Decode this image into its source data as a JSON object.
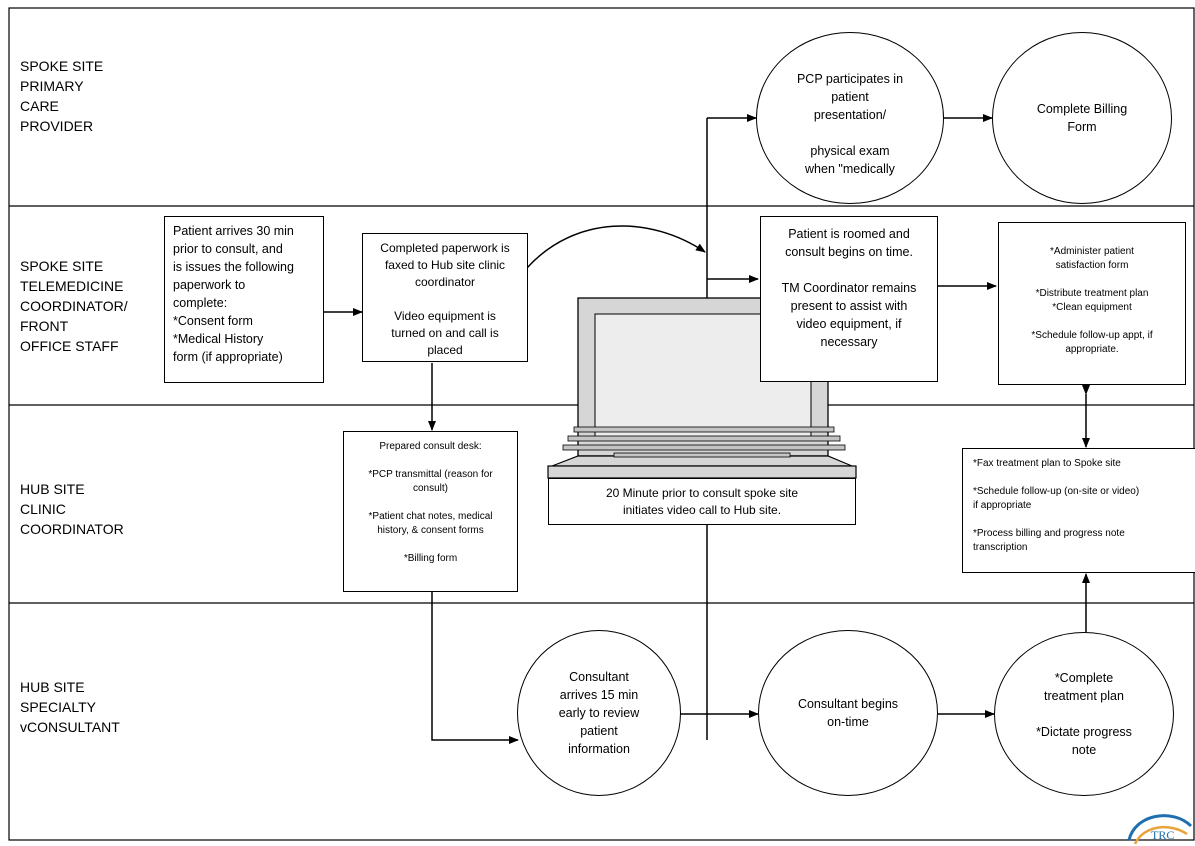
{
  "lanes": [
    "SPOKE SITE\nPRIMARY\nCARE\nPROVIDER",
    "SPOKE SITE\nTELEMEDICINE\nCOORDINATOR/\nFRONT\nOFFICE STAFF",
    "HUB SITE\nCLINIC\nCOORDINATOR",
    "HUB SITE\nSPECIALTY\nvCONSULTANT"
  ],
  "nodes": {
    "pcp_participates": "PCP participates in\npatient\npresentation/\n\nphysical exam\nwhen \"medically",
    "billing_form": "Complete Billing\nForm",
    "patient_arrives": "Patient arrives 30 min\nprior to consult, and\nis issues the following\npaperwork to\ncomplete:\n*Consent form\n*Medical History\nform (if appropriate)",
    "paperwork_faxed": "Completed paperwork is\nfaxed to Hub site clinic\ncoordinator\n\nVideo equipment is\nturned on and call is\nplaced",
    "patient_roomed": "Patient is roomed and\nconsult begins on time.\n\nTM Coordinator remains\npresent to assist with\nvideo equipment, if\nnecessary",
    "administer": "*Administer patient\nsatisfaction form\n\n*Distribute treatment plan\n*Clean equipment\n\n*Schedule follow-up appt, if\nappropriate.",
    "consult_desk": "Prepared consult desk:\n\n*PCP transmittal (reason for\nconsult)\n\n*Patient chat notes, medical\nhistory, & consent forms\n\n*Billing form",
    "video_call": "20 Minute prior to consult spoke site\ninitiates video call to Hub site.",
    "fax_plan": "*Fax treatment plan to Spoke site\n\n*Schedule follow-up (on-site or video)\nif appropriate\n\n*Process billing and progress note\ntranscription",
    "consultant_arrives": "Consultant\narrives 15 min\nearly to review\npatient\ninformation",
    "consultant_begins": "Consultant begins\non-time",
    "complete_plan": "*Complete\ntreatment plan\n\n*Dictate progress\nnote"
  },
  "logo": {
    "text": "TRC",
    "color": "#1f6fb0",
    "accent": "#e8a33a"
  }
}
